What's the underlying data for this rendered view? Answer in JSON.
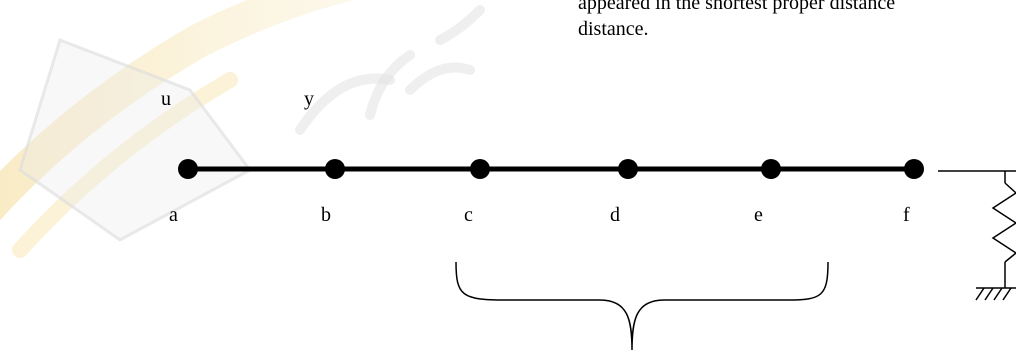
{
  "text": {
    "line_1": "appeared in the shortest proper distance",
    "line_2": "distance."
  },
  "diagram": {
    "top_labels": [
      "u",
      "y"
    ],
    "node_labels": [
      "a",
      "b",
      "c",
      "d",
      "e",
      "f"
    ]
  },
  "colors": {
    "ink": "#000000",
    "watermark_yellow": "#f6e3a6",
    "watermark_grey": "#e6e6e6"
  },
  "icons": {
    "spring": "spring-icon",
    "ground": "ground-hatch-icon",
    "brace": "curly-brace-icon"
  }
}
